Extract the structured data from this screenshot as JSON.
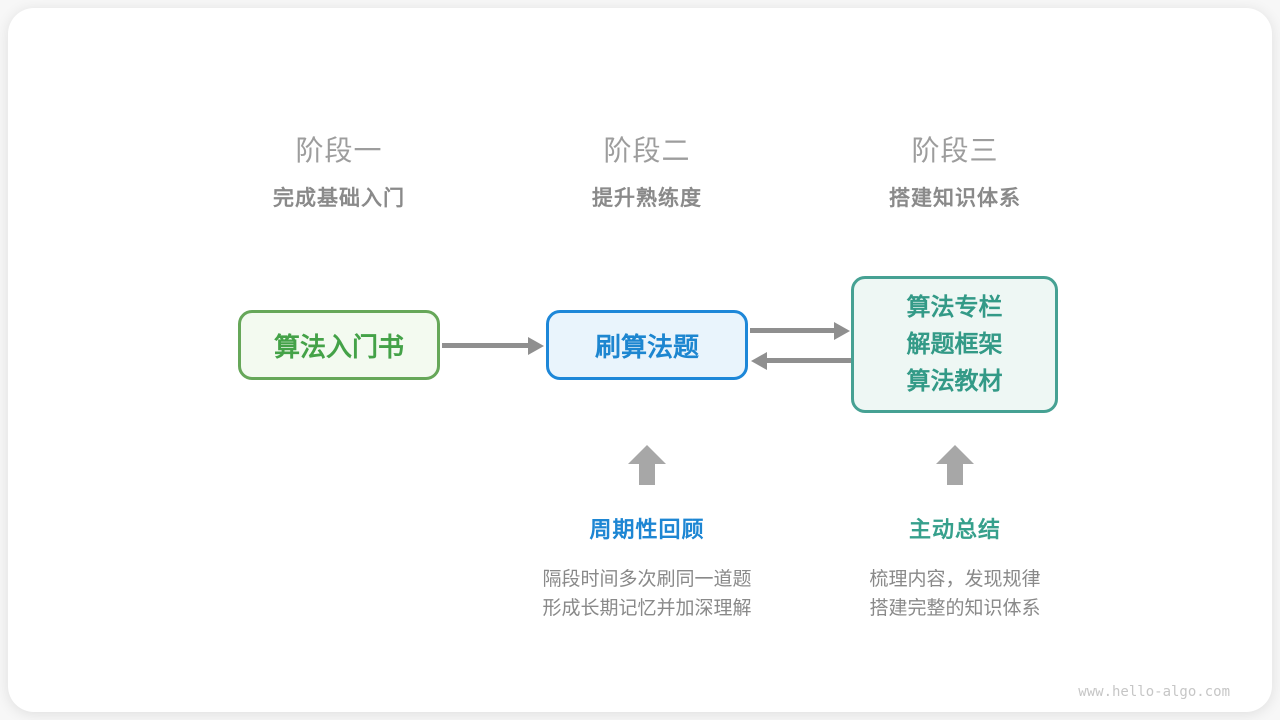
{
  "stages": [
    {
      "title": "阶段一",
      "subtitle": "完成基础入门"
    },
    {
      "title": "阶段二",
      "subtitle": "提升熟练度"
    },
    {
      "title": "阶段三",
      "subtitle": "搭建知识体系"
    }
  ],
  "nodes": [
    {
      "label": "算法入门书"
    },
    {
      "label": "刷算法题"
    },
    {
      "lines": [
        "算法专栏",
        "解题框架",
        "算法教材"
      ]
    }
  ],
  "annotations": [
    {
      "title": "周期性回顾",
      "lines": [
        "隔段时间多次刷同一道题",
        "形成长期记忆并加深理解"
      ]
    },
    {
      "title": "主动总结",
      "lines": [
        "梳理内容，发现规律",
        "搭建完整的知识体系"
      ]
    }
  ],
  "watermark": "www.hello-algo.com",
  "colors": {
    "green_border": "#66a759",
    "green_fill": "#f3faf0",
    "green_text": "#44a248",
    "blue_border": "#1d87d8",
    "blue_fill": "#e9f4fc",
    "blue_text": "#1d86d0",
    "teal_border": "#46a193",
    "teal_fill": "#eef7f4",
    "teal_text": "#339a87",
    "arrow_gray": "#8f8f8f",
    "block_arrow_gray": "#a7a7a7",
    "stage_title_gray": "#9d9d9d",
    "stage_subtitle_gray": "#8a8a8a",
    "desc_gray": "#898989",
    "watermark_gray": "#c6c6c6"
  }
}
